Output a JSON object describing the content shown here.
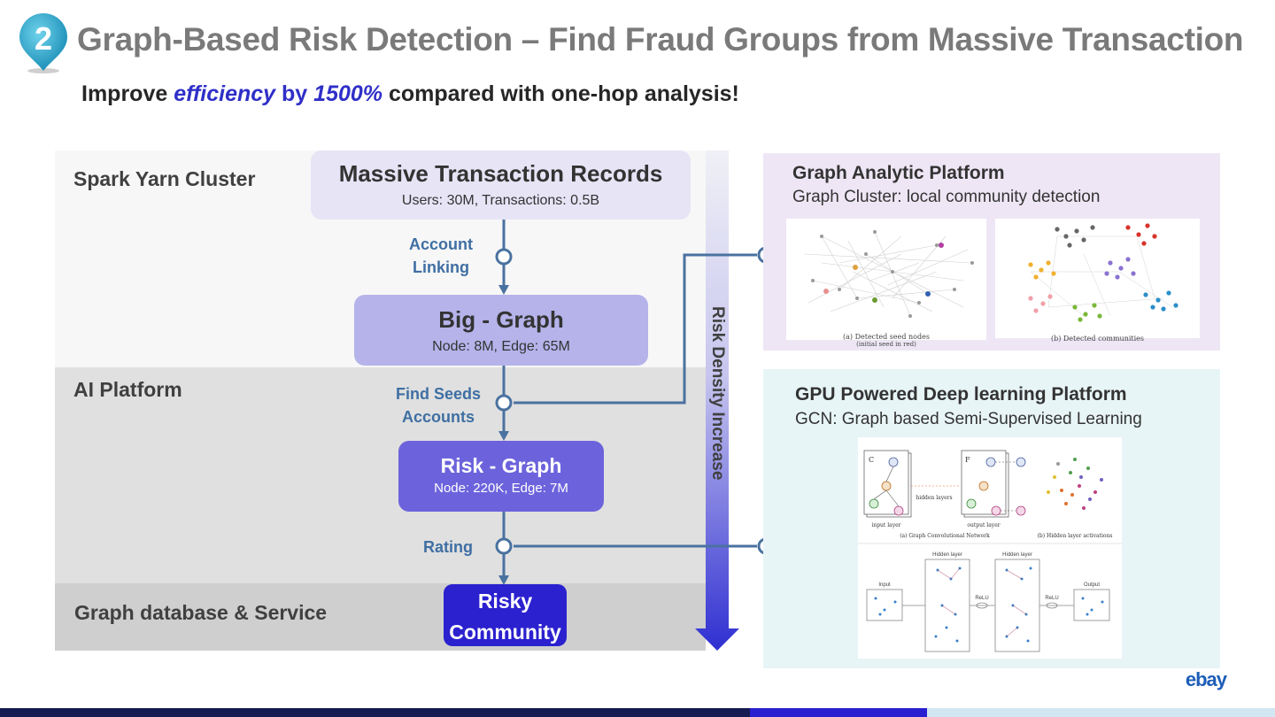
{
  "header": {
    "badge_number": "2",
    "title": "Graph-Based Risk Detection  –  Find Fraud Groups from Massive Transaction",
    "subtitle_parts": [
      "Improve ",
      "efficiency",
      " by ",
      "1500%",
      " compared with one-hop analysis!"
    ]
  },
  "layers": {
    "spark": "Spark Yarn Cluster",
    "ai": "AI Platform",
    "graphdb": "Graph database & Service"
  },
  "nodes": {
    "massive": {
      "title": "Massive Transaction Records",
      "detail": "Users: 30M, Transactions: 0.5B"
    },
    "big_graph": {
      "title": "Big - Graph",
      "detail": "Node: 8M, Edge: 65M"
    },
    "risk_graph": {
      "title": "Risk - Graph",
      "detail": "Node: 220K, Edge: 7M"
    },
    "risky_community": {
      "line1": "Risky",
      "line2": "Community"
    }
  },
  "steps": {
    "account_linking": [
      "Account",
      "Linking"
    ],
    "find_seeds": [
      "Find Seeds",
      "Accounts"
    ],
    "rating": "Rating"
  },
  "risk_axis_label": "Risk Density Increase",
  "panels": {
    "graph_analytic": {
      "title": "Graph Analytic Platform",
      "subtitle": "Graph Cluster: local community detection",
      "caption_a": "(a) Detected seed nodes",
      "caption_a2": "(initial seed in red)",
      "caption_b": "(b) Detected communities"
    },
    "gpu": {
      "title": "GPU Powered Deep learning Platform",
      "subtitle": "GCN: Graph based Semi-Supervised Learning",
      "fig_labels": {
        "c": "C",
        "f": "F",
        "input_layer": "input layer",
        "hidden_layers": "hidden layers",
        "output_layer": "output layer",
        "caption_a": "(a) Graph Convolutional Network",
        "caption_b": "(b) Hidden layer activations",
        "input": "Input",
        "hidden1": "Hidden layer",
        "hidden2": "Hidden layer",
        "relu1": "ReLU",
        "relu2": "ReLU",
        "output": "Output"
      }
    }
  },
  "logo": "ebay",
  "colors": {
    "accent": "#2f2fc8",
    "flow_line": "#4a72a0",
    "big_graph": "#b5b3ea",
    "risk_graph": "#6c63dc",
    "risky_community": "#2b21cf"
  }
}
